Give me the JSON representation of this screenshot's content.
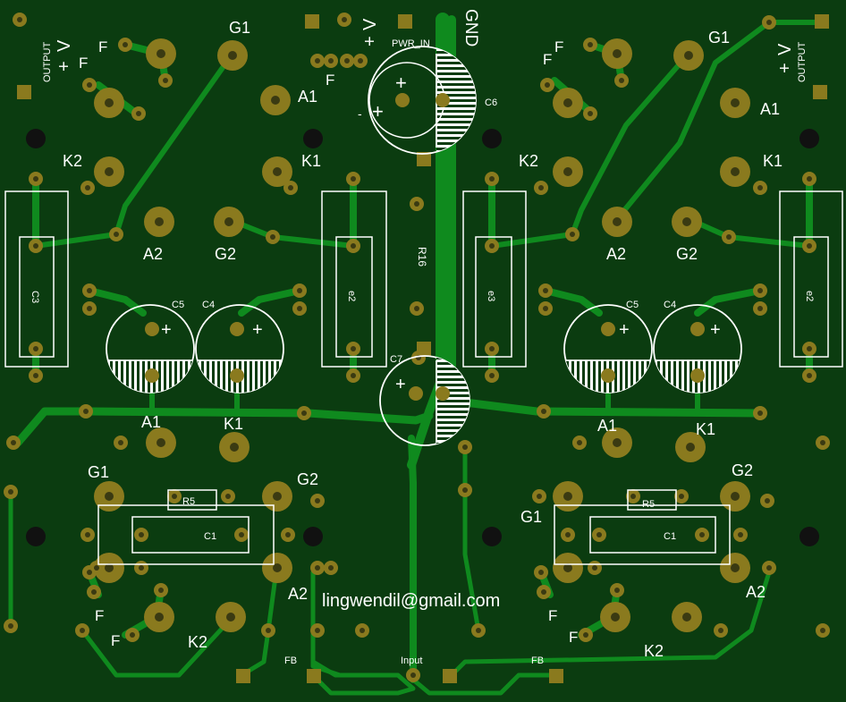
{
  "labels": {
    "output": "OUTPUT",
    "plus": "+",
    "v_sym": "V",
    "f": "F",
    "g1": "G1",
    "g2": "G2",
    "a1": "A1",
    "a2": "A2",
    "k1": "K1",
    "k2": "K2",
    "gnd": "GND",
    "pwr_in": "PWR_IN",
    "c6": "C6",
    "c7": "C7",
    "c5": "C5",
    "c4": "C4",
    "r16": "R16",
    "c3": "C3",
    "e2": "e2",
    "e3": "e3",
    "r5": "R5",
    "c1": "C1",
    "fb": "FB",
    "input": "Input",
    "minus": "-",
    "email": "lingwendil@gmail.com"
  },
  "colors": {
    "board": "#0b3c10",
    "trace": "#0f8a1e",
    "pad": "#8a7a1e",
    "silk": "#ffffff"
  }
}
